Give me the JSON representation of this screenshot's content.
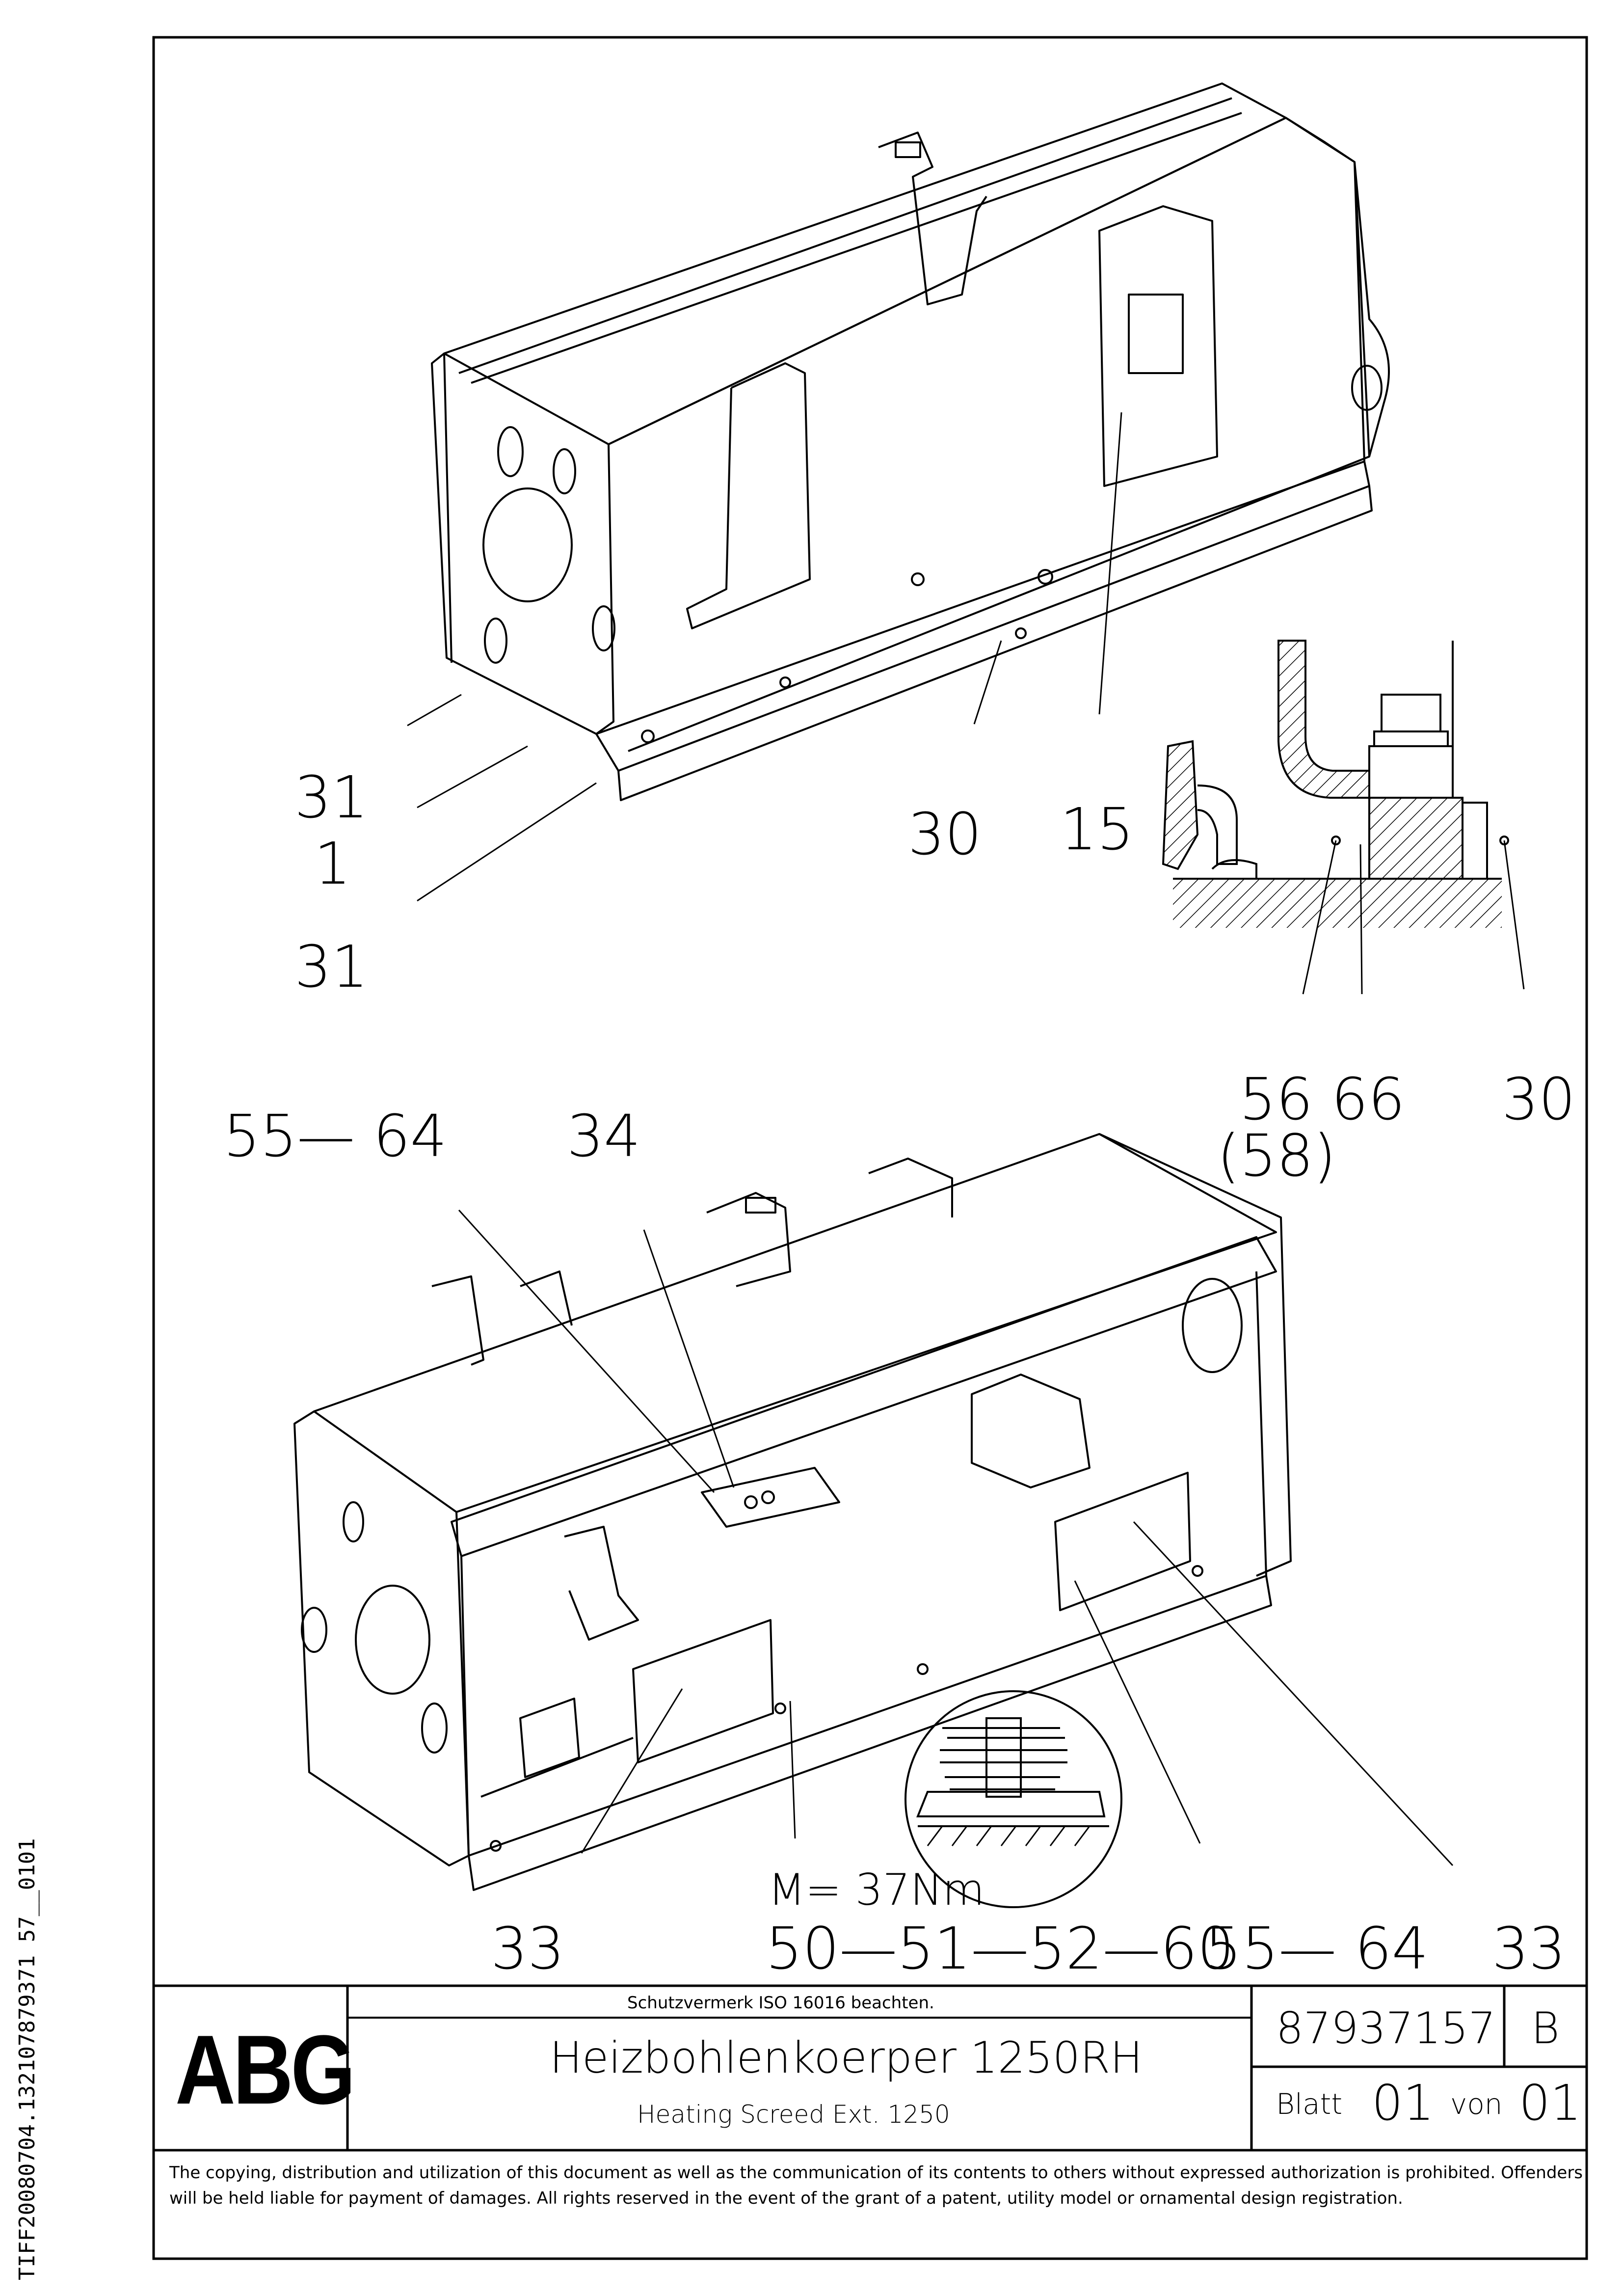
{
  "callouts_top": {
    "c31a": "31",
    "c1": "1",
    "c31b": "31",
    "c30": "30",
    "c15": "15"
  },
  "callouts_detail": {
    "c56_66": "56 66",
    "c58": "(58)",
    "c30": "30"
  },
  "callouts_bottom": {
    "c55_64_top": "55— 64",
    "c34": "34",
    "c33_left": "33",
    "torque": "M= 37Nm",
    "c50_60": "50—51—52—60",
    "c55_64_bottom": "55— 64",
    "c33_right": "33"
  },
  "title_block": {
    "logo": "ABG",
    "protection_note": "Schutzvermerk ISO 16016 beachten.",
    "title_de": "Heizbohlenkoerper 1250RH",
    "title_en": "Heating Screed Ext. 1250",
    "part_number": "87937157",
    "revision": "B",
    "sheet_label": "Blatt",
    "sheet_no": "01",
    "of_label": "von",
    "sheet_total": "01"
  },
  "copyright_notice": "The copying, distribution and utilization of this document as well as the communication of its contents to others without expressed authorization is prohibited. Offenders will be held liable for payment of damages. All rights reserved in the event of the grant of a patent, utility model or ornamental design registration.",
  "side_code": "TIFF20080704.132107879371 57__0101"
}
